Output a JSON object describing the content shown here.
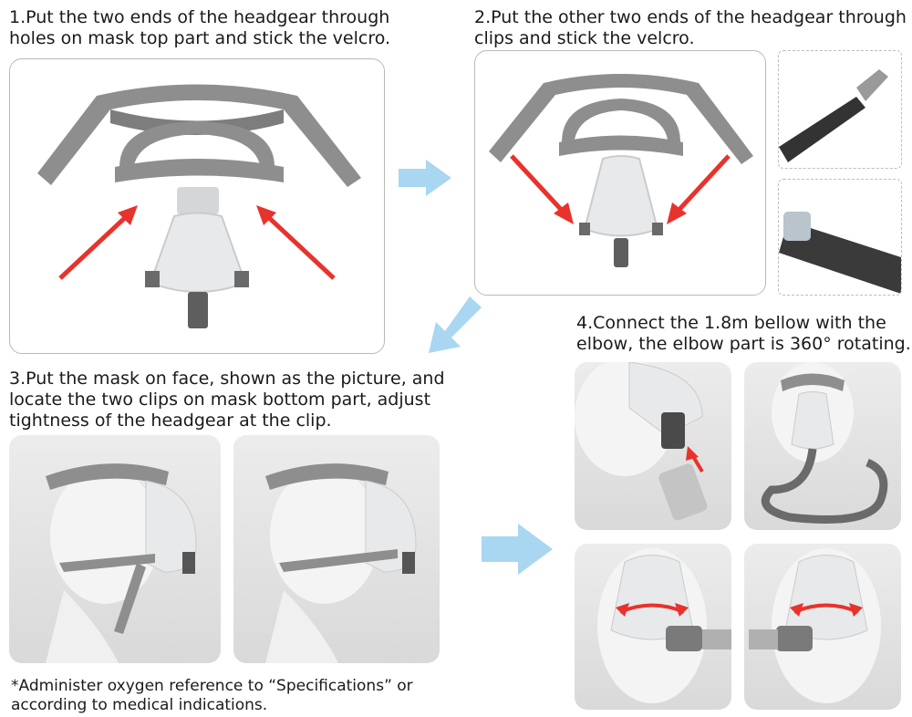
{
  "steps": {
    "step1": {
      "text": "1.Put the two ends of the headgear through\nholes on mask top part and stick the velcro."
    },
    "step2": {
      "text": "2.Put the other two ends of the headgear through\nclips and stick the velcro."
    },
    "step3": {
      "text": "3.Put the mask on face, shown as the picture, and\nlocate the two clips on mask bottom part, adjust\ntightness of the headgear at the clip."
    },
    "step4": {
      "text": "4.Connect the 1.8m bellow with the\nelbow, the elbow part is 360° rotating."
    }
  },
  "note": {
    "text": "*Administer oxygen reference to “Specifications” or\n  according to medical indications."
  },
  "colors": {
    "flow_arrow": "#a9d6f0",
    "red_arrow": "#e8322c",
    "strap": "#8e8e8e",
    "mask": "#e7e9ea"
  }
}
